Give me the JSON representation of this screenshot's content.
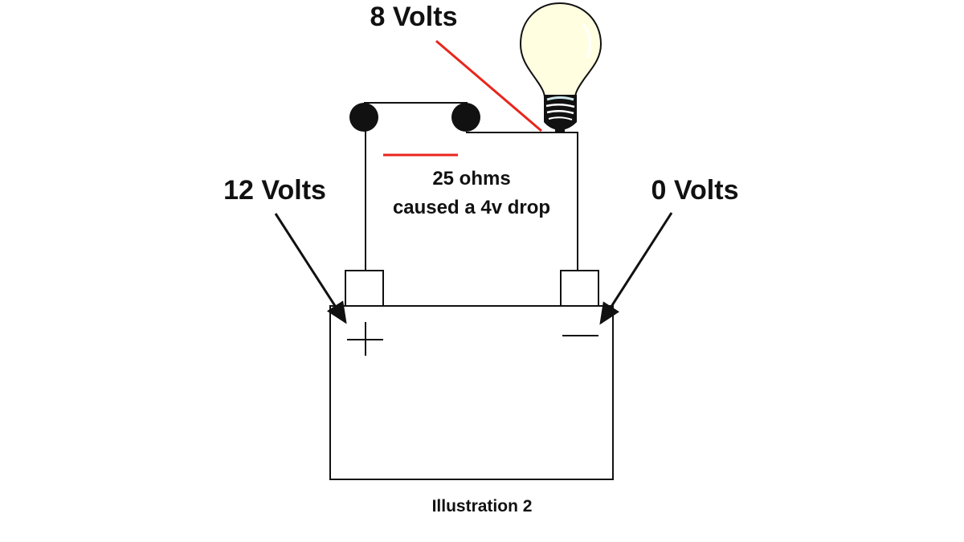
{
  "diagram": {
    "title": "Illustration 2",
    "labels": {
      "bulb_voltage": "8 Volts",
      "positive_voltage": "12 Volts",
      "negative_voltage": "0 Volts",
      "resistance_line1": "25 ohms",
      "resistance_line2": "caused a 4v drop"
    },
    "battery": {
      "positive_symbol": "+",
      "negative_symbol": "−"
    },
    "colors": {
      "wire": "#111111",
      "indicator": "#e8261c",
      "bulb_glass": "#fffee0",
      "bulb_base_highlight": "#cfe8ec"
    }
  }
}
